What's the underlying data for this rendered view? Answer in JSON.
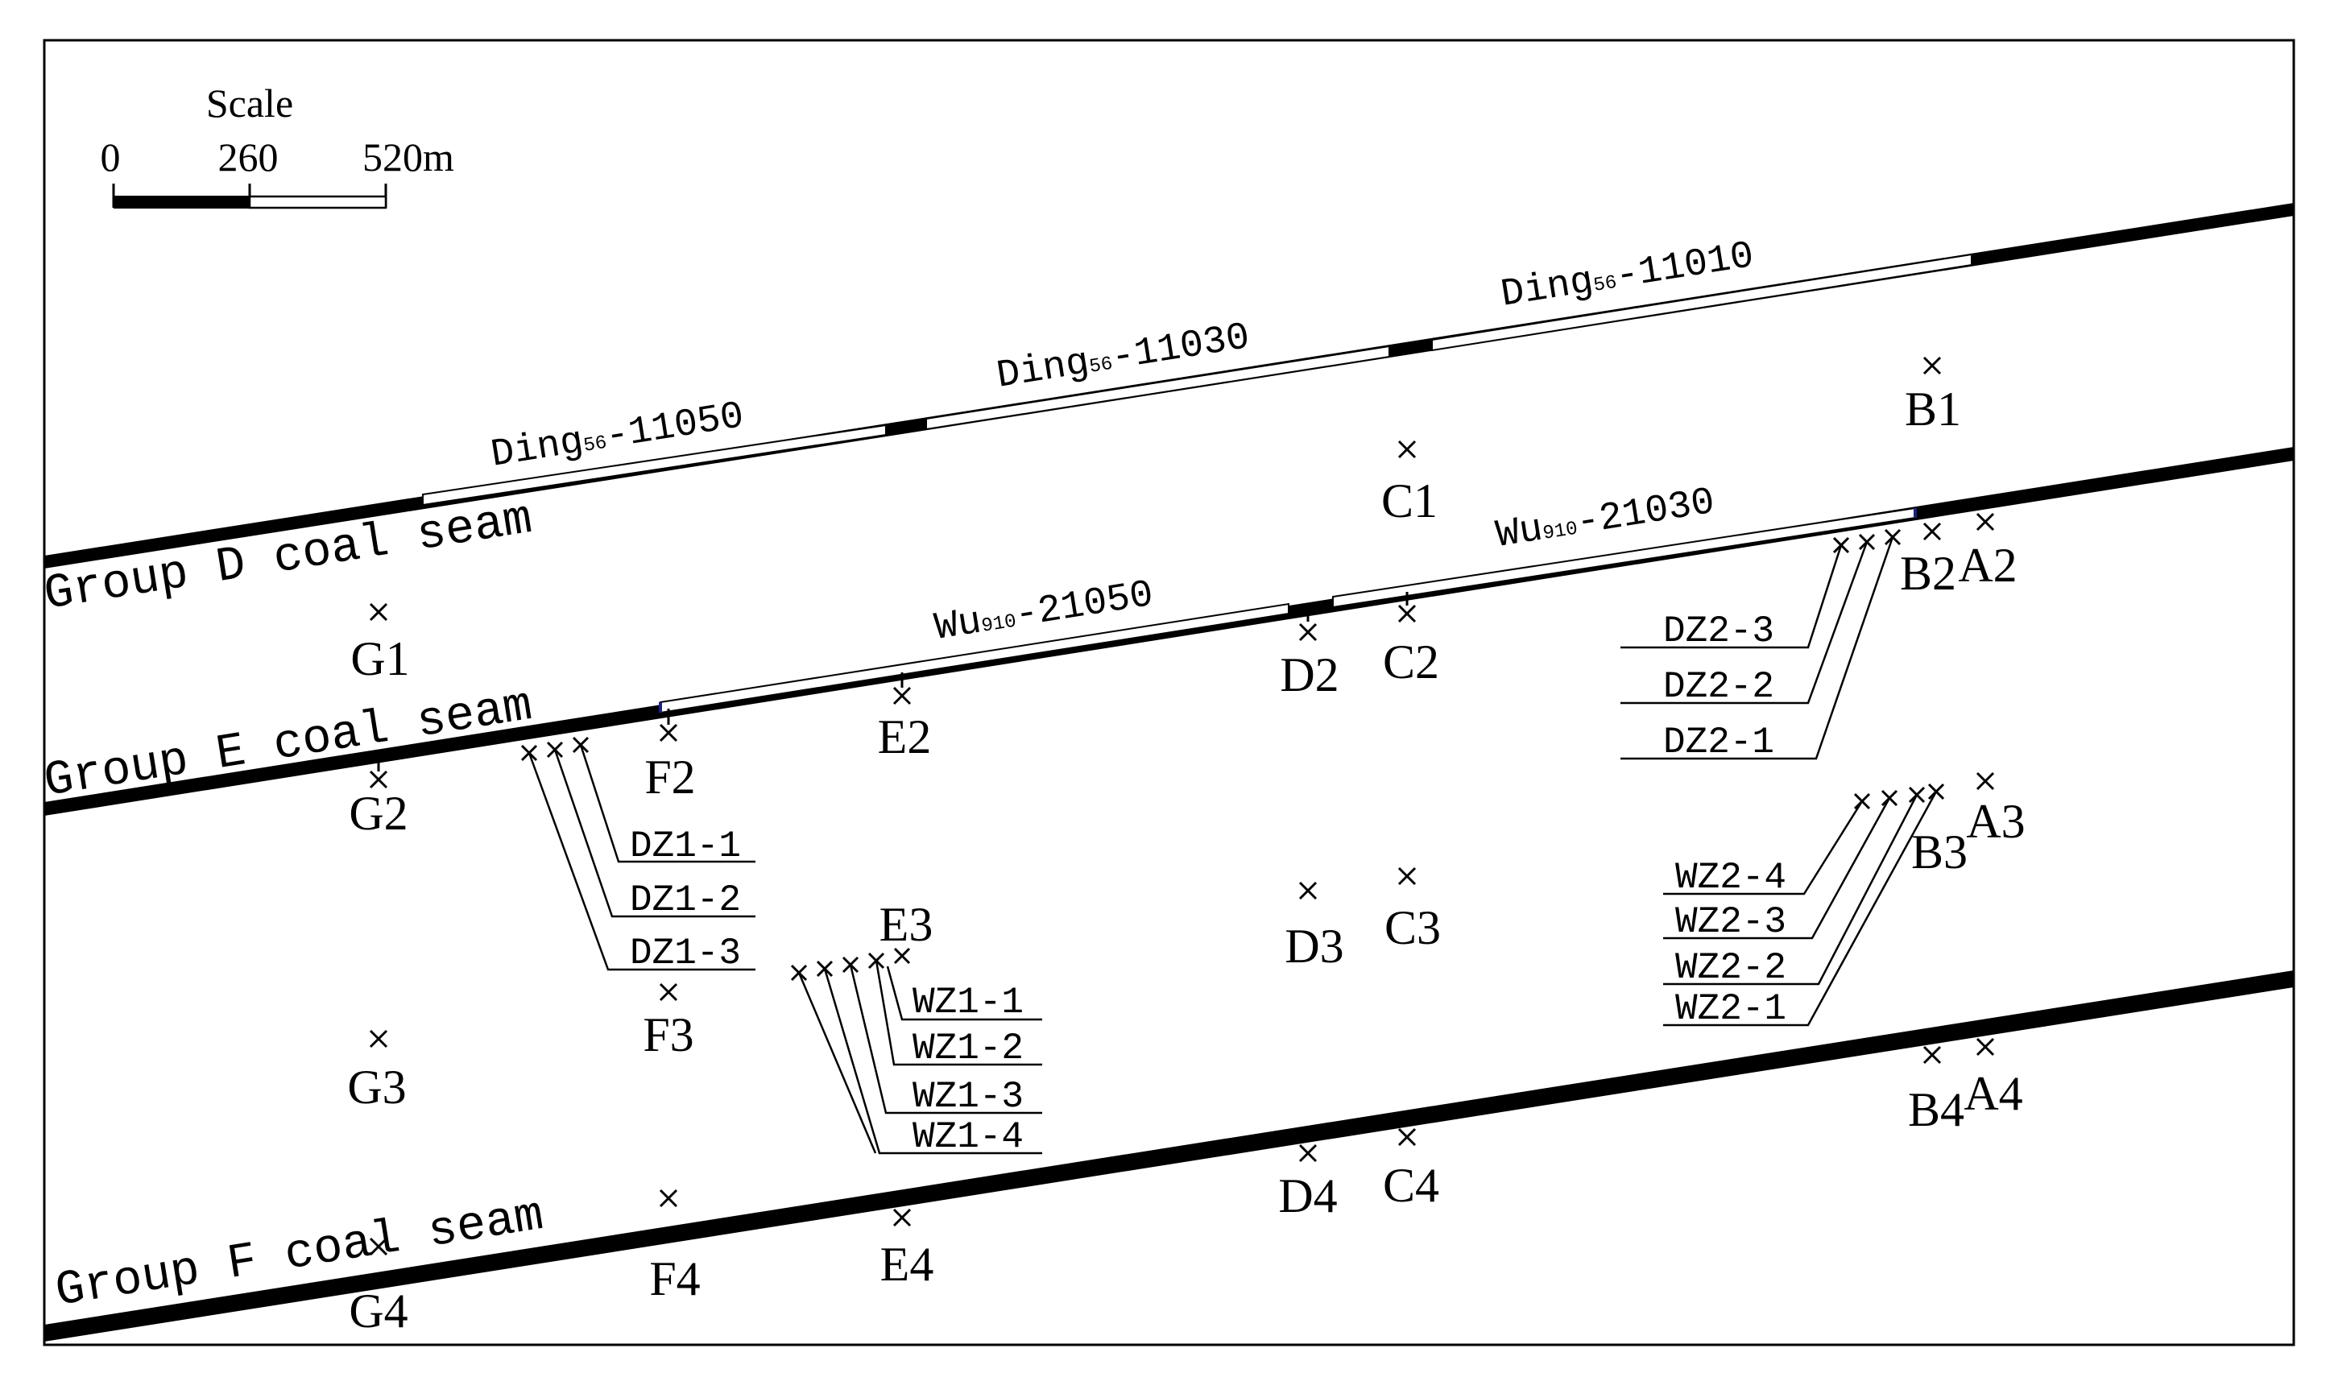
{
  "scale": {
    "title": "Scale",
    "ticks": [
      "0",
      "260",
      "520m"
    ]
  },
  "seams": [
    {
      "key": "d",
      "label": "Group D coal seam"
    },
    {
      "key": "e",
      "label": "Group E coal seam"
    },
    {
      "key": "f",
      "label": "Group F coal seam"
    }
  ],
  "working_faces": [
    {
      "key": "ding_11050",
      "name": "Ding",
      "sub": "56",
      "code": "-11050"
    },
    {
      "key": "ding_11030",
      "name": "Ding",
      "sub": "56",
      "code": "-11030"
    },
    {
      "key": "ding_11010",
      "name": "Ding",
      "sub": "56",
      "code": "-11010"
    },
    {
      "key": "wu_21050",
      "name": "Wu",
      "sub": "910",
      "code": "-21050"
    },
    {
      "key": "wu_21030",
      "name": "Wu",
      "sub": "910",
      "code": "-21030"
    }
  ],
  "stations": [
    "B1",
    "C1",
    "G1",
    "B2",
    "A2",
    "C2",
    "D2",
    "E2",
    "F2",
    "G2",
    "A3",
    "B3",
    "C3",
    "D3",
    "E3",
    "F3",
    "G3",
    "A4",
    "B4",
    "C4",
    "D4",
    "E4",
    "F4",
    "G4"
  ],
  "borehole_groups": [
    {
      "key": "dz1",
      "labels": [
        "DZ1-1",
        "DZ1-2",
        "DZ1-3"
      ]
    },
    {
      "key": "dz2",
      "labels": [
        "DZ2-3",
        "DZ2-2",
        "DZ2-1"
      ]
    },
    {
      "key": "wz1",
      "labels": [
        "WZ1-1",
        "WZ1-2",
        "WZ1-3",
        "WZ1-4"
      ]
    },
    {
      "key": "wz2",
      "labels": [
        "WZ2-4",
        "WZ2-3",
        "WZ2-2",
        "WZ2-1"
      ]
    }
  ],
  "colors": {
    "line": "#000000",
    "background": "#ffffff",
    "face_joint": "#1a237e"
  }
}
